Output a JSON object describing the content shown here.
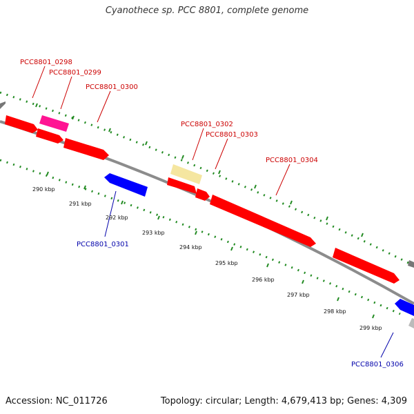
{
  "title": "Cyanothece sp. PCC 8801, complete genome",
  "footer": {
    "accession": "Accession: NC_011726",
    "topology": "Topology: circular; Length: 4,679,413 bp; Genes: 4,309"
  },
  "colors": {
    "forward_gene": "#ff0000",
    "reverse_gene": "#0000ff",
    "highlight_pink": "#ff1493",
    "highlight_yellow": "#f5e6a0",
    "other_gray": "#777777",
    "tick_green": "#228b22",
    "backbone": "#8c8c8c",
    "label_red": "#cc0000",
    "label_blue": "#0000aa"
  },
  "scale_labels": [
    "290 kbp",
    "291 kbp",
    "292 kbp",
    "293 kbp",
    "294 kbp",
    "295 kbp",
    "296 kbp",
    "297 kbp",
    "298 kbp",
    "299 kbp"
  ],
  "gene_labels": [
    {
      "text": "PCC8801_0298",
      "strand": "forward"
    },
    {
      "text": "PCC8801_0299",
      "strand": "forward"
    },
    {
      "text": "PCC8801_0300",
      "strand": "forward"
    },
    {
      "text": "PCC8801_0302",
      "strand": "forward"
    },
    {
      "text": "PCC8801_0303",
      "strand": "forward"
    },
    {
      "text": "PCC8801_0304",
      "strand": "forward"
    },
    {
      "text": "PCC8801_0301",
      "strand": "reverse"
    },
    {
      "text": "PCC8801_0306",
      "strand": "reverse"
    }
  ]
}
